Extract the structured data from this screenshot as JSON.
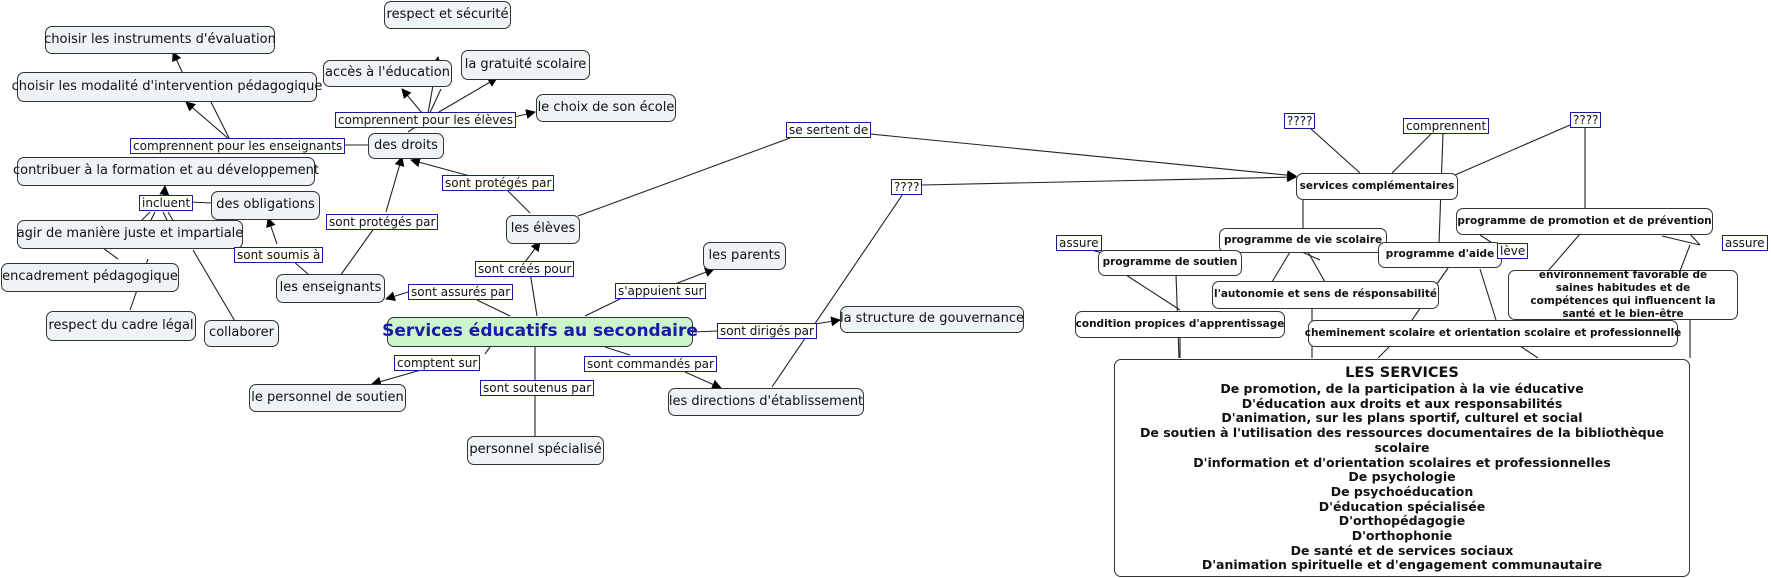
{
  "concepts": {
    "main": "Services éducatifs au secondaire",
    "choisir_instruments": "choisir les instruments d'évaluation",
    "choisir_modalite": "choisir les modalité d'intervention pédagogique",
    "contribuer": "contribuer à la formation et au développement",
    "agir": "agir de manière juste et impartiale",
    "encadrement": "encadrement pédagogique",
    "respect_cadre": "respect du cadre légal",
    "collaborer": "collaborer",
    "obligations": "des obligations",
    "enseignants": "les enseignants",
    "droits": "des droits",
    "respect_securite": "respect et sécurité",
    "acces": "accès à l'éducation",
    "gratuite": "la gratuité scolaire",
    "choix_ecole": "le choix de son école",
    "eleves": "les élèves",
    "parents": "les parents",
    "gouvernance": "la structure de gouvernance",
    "personnel_soutien": "le personnel de soutien",
    "personnel_specialise": "personnel spécialisé",
    "directions": "les directions d'établissement",
    "services_comp": "services complémentaires",
    "prog_promotion": "programme de promotion et de prévention",
    "prog_vie": "programme de vie scolaire",
    "prog_aide": "programme d'aide",
    "prog_soutien": "programme de soutien",
    "autonomie": "l'autonomie et sens de résponsabilité",
    "environnement": "environnement favorable de saines habitudes et de compétences qui influencent la santé et le bien-être",
    "condition": "condition propices d'apprentissage",
    "cheminement": "cheminement scolaire et orientation scolaire et professionnelle"
  },
  "links": {
    "comprennent_eleves": "comprennent pour les élèves",
    "comprennent_enseignants": "comprennent pour les enseignants",
    "incluent": "incluent",
    "sont_soumis": "sont soumis à",
    "sont_proteges_par_1": "sont protégés par",
    "sont_proteges_par_2": "sont protégés par",
    "sont_crees_pour": "sont créés pour",
    "sont_assures_par": "sont assurés par",
    "s_appuient_sur": "s'appuient sur",
    "sont_diriges_par": "sont dirigés par",
    "comptent_sur": "comptent sur",
    "sont_soutenus_par": "sont soutenus par",
    "sont_commandes_par": "sont commandés par",
    "se_servent_de": "se sertent de",
    "q1": "????",
    "q2": "????",
    "q3": "????",
    "comprennent": "comprennent",
    "assure_left": "assure",
    "assure_right": "assure",
    "eleve_fragment": "lève"
  },
  "services_box": {
    "title": "LES SERVICES",
    "lines": [
      "De promotion, de la participation à la vie éducative",
      "D'éducation aux droits et aux responsabilités",
      "D'animation, sur les plans sportif, culturel et social",
      "De soutien à l'utilisation des ressources documentaires de la bibliothèque scolaire",
      "D'information et d'orientation scolaires et professionnelles",
      "De psychologie",
      "De psychoéducation",
      "D'éducation spécialisée",
      "D'orthopédagogie",
      "D'orthophonie",
      "De santé et de services sociaux",
      "D'animation spirituelle et d'engagement communautaire"
    ]
  }
}
